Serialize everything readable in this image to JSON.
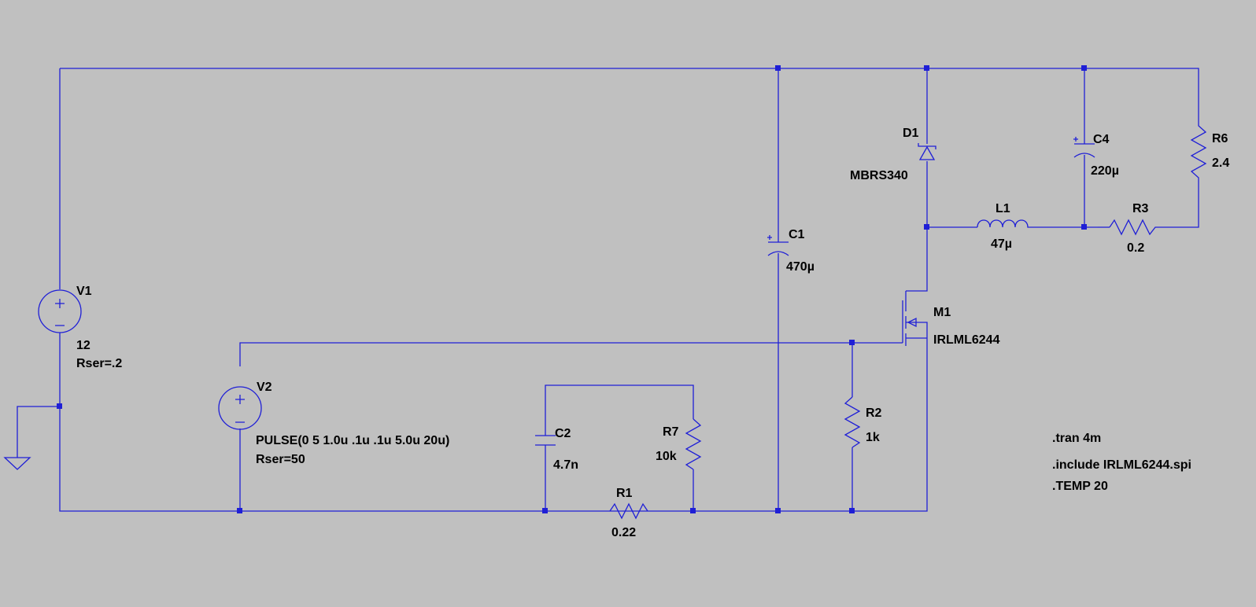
{
  "colors": {
    "background": "#c0c0c0",
    "wire": "#1f1fd6",
    "text": "#000000"
  },
  "components": {
    "V1": {
      "ref": "V1",
      "value": "12",
      "param": "Rser=.2"
    },
    "V2": {
      "ref": "V2",
      "value": "PULSE(0 5 1.0u .1u .1u 5.0u 20u)",
      "param": "Rser=50"
    },
    "C1": {
      "ref": "C1",
      "value": "470µ"
    },
    "C2": {
      "ref": "C2",
      "value": "4.7n"
    },
    "C4": {
      "ref": "C4",
      "value": "220µ"
    },
    "R1": {
      "ref": "R1",
      "value": "0.22"
    },
    "R2": {
      "ref": "R2",
      "value": "1k"
    },
    "R3": {
      "ref": "R3",
      "value": "0.2"
    },
    "R6": {
      "ref": "R6",
      "value": "2.4"
    },
    "R7": {
      "ref": "R7",
      "value": "10k"
    },
    "L1": {
      "ref": "L1",
      "value": "47µ"
    },
    "D1": {
      "ref": "D1",
      "value": "MBRS340"
    },
    "M1": {
      "ref": "M1",
      "value": "IRLML6244"
    }
  },
  "directives": [
    ".tran 4m",
    ".include IRLML6244.spi",
    ".TEMP 20"
  ],
  "icons": {
    "ground": "ground-symbol",
    "voltage_source": "voltage-source-symbol",
    "resistor": "resistor-zigzag",
    "capacitor": "polarized-capacitor",
    "inductor": "inductor-coil",
    "diode": "schottky-diode",
    "mosfet": "nmos-transistor"
  }
}
